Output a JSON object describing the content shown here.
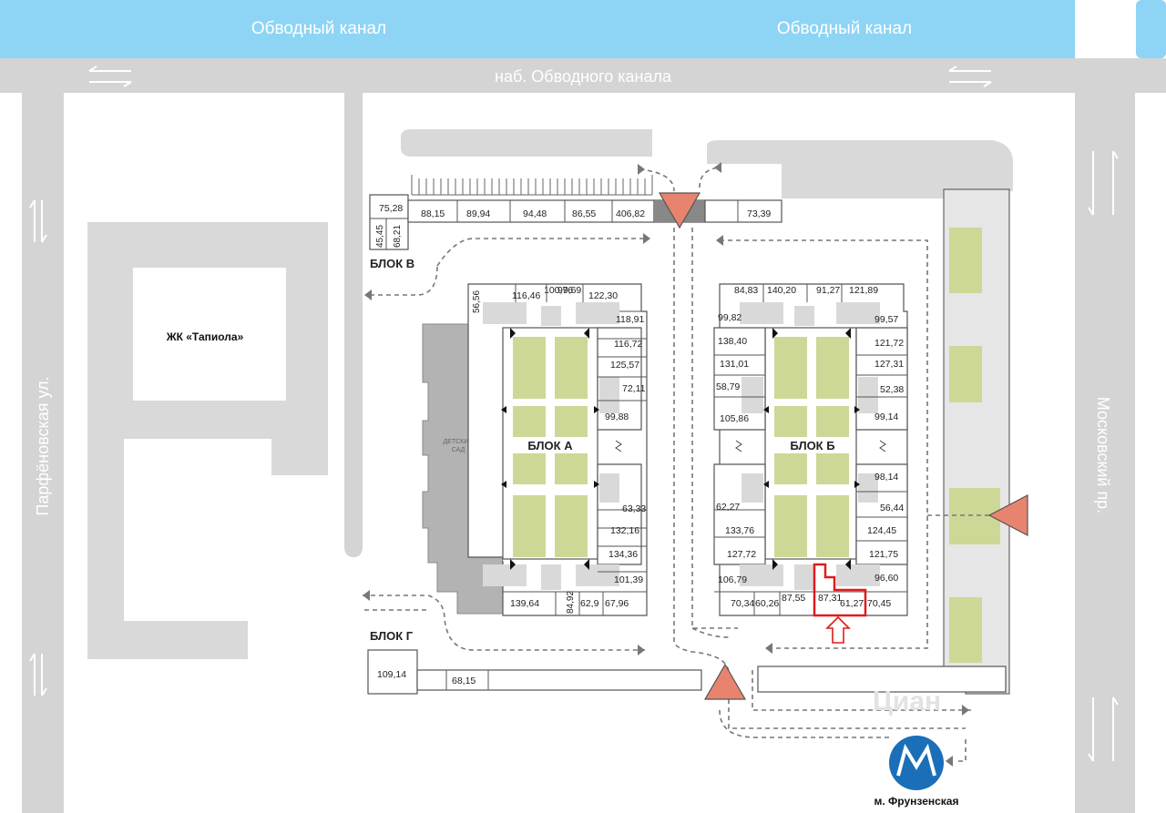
{
  "water": {
    "left_label": "Обводный канал",
    "right_label": "Обводный канал",
    "color": "#8dd4f5"
  },
  "streets": {
    "top": "наб. Обводного канала",
    "left": "Парфёновская ул.",
    "right": "Московский пр."
  },
  "neighbor": {
    "label": "ЖК «Тапиола»"
  },
  "kindergarten": {
    "line1": "ДЕТСКИЙ",
    "line2": "САД"
  },
  "metro": {
    "label": "м. Фрунзенская",
    "color": "#1b6fb8",
    "icon": "metro-icon"
  },
  "blocks": {
    "a": {
      "label": "БЛОК А",
      "units": [
        "116,46",
        "100,76",
        "99,69",
        "122,30",
        "56,56",
        "118,91",
        "116,72",
        "125,57",
        "72,11",
        "99,88",
        "63,33",
        "132,16",
        "134,36",
        "101,39",
        "139,64",
        "84,92",
        "62,9",
        "67,96"
      ]
    },
    "b": {
      "label": "БЛОК Б",
      "units": [
        "84,83",
        "140,20",
        "91,27",
        "121,89",
        "99,82",
        "99,57",
        "138,40",
        "121,72",
        "131,01",
        "127,31",
        "58,79",
        "52,38",
        "105,86",
        "99,14",
        "98,14",
        "62,27",
        "56,44",
        "133,76",
        "124,45",
        "127,72",
        "121,75",
        "106,79",
        "96,60",
        "70,34",
        "60,26",
        "87,55",
        "87,31",
        "61,27",
        "70,45"
      ]
    },
    "v": {
      "label": "БЛОК В",
      "units": [
        "75,28",
        "88,15",
        "89,94",
        "94,48",
        "86,55",
        "406,82",
        "73,39",
        "45,45",
        "68,21"
      ]
    },
    "g": {
      "label": "БЛОК Г",
      "units": [
        "109,14",
        "68,15"
      ]
    }
  },
  "colors": {
    "water": "#8dd4f5",
    "road": "#d4d4d4",
    "courtyard": "#cdd896",
    "entrance": "#e8836f",
    "highlight": "#e01b1b",
    "kindergarten": "#b3b3b3"
  },
  "watermark": "Циан"
}
